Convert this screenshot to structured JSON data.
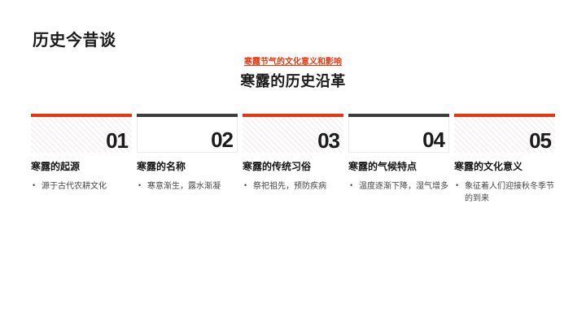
{
  "page": {
    "background": "#ffffff"
  },
  "header": {
    "page_title": "历史今昔谈",
    "subtitle_link": "寒露节气的文化意义和影响",
    "section_title": "寒露的历史沿革"
  },
  "colors": {
    "accent_red": "#E5380F",
    "dark_gray_bar": "#3D3D3D",
    "title_text": "#1B1B1B",
    "body_text": "#454545"
  },
  "bullet_marker": "•",
  "timeline": {
    "items": [
      {
        "number": "01",
        "style": "accent",
        "heading": "寒露的起源",
        "bullets": [
          "源于古代农耕文化"
        ]
      },
      {
        "number": "02",
        "style": "dark",
        "heading": "寒露的名称",
        "bullets": [
          "寒意渐生，露水渐凝"
        ]
      },
      {
        "number": "03",
        "style": "accent",
        "heading": "寒露的传统习俗",
        "bullets": [
          "祭祀祖先，预防疾病"
        ]
      },
      {
        "number": "04",
        "style": "dark",
        "heading": "寒露的气候特点",
        "bullets": [
          "温度逐渐下降，湿气增多"
        ]
      },
      {
        "number": "05",
        "style": "accent",
        "heading": "寒露的文化意义",
        "bullets": [
          "象征着人们迎接秋冬季节的到来"
        ]
      }
    ]
  }
}
